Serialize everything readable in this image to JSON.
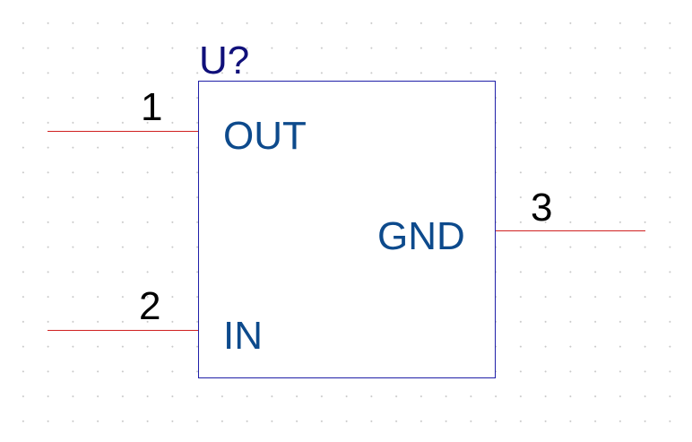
{
  "component": {
    "designator": "U?",
    "colors": {
      "body_border": "#1f1fa8",
      "pin_line": "#d02020",
      "pin_name": "#0d4a8c",
      "pin_number": "#000000",
      "designator": "#10107a",
      "grid_dot": "#c8c8c8"
    },
    "pins": [
      {
        "number": "1",
        "name": "OUT",
        "side": "left"
      },
      {
        "number": "2",
        "name": "IN",
        "side": "left"
      },
      {
        "number": "3",
        "name": "GND",
        "side": "right"
      }
    ]
  }
}
